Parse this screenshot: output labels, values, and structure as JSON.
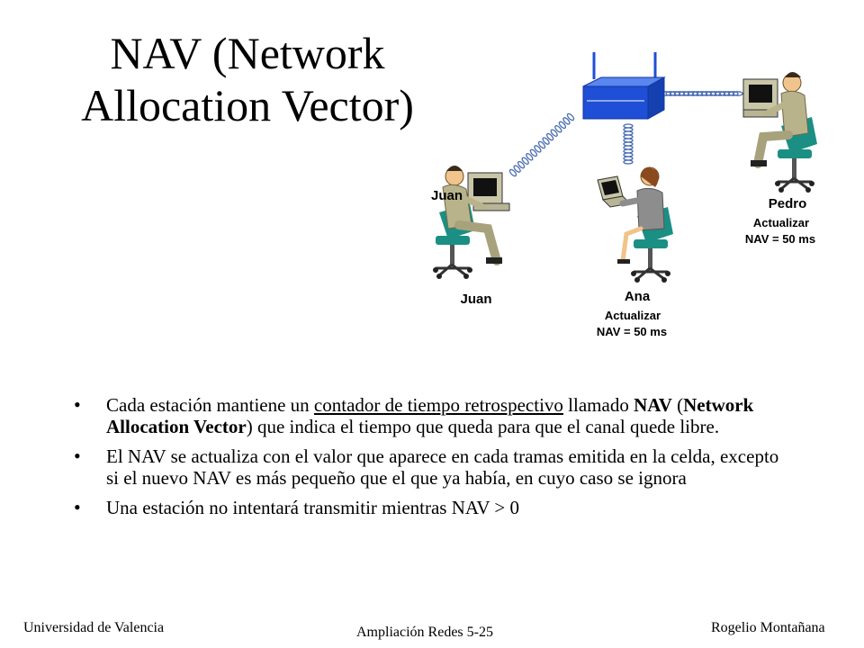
{
  "title": "NAV (Network Allocation Vector)",
  "stations": {
    "juan": {
      "name": "Juan",
      "hidden_label": "Juan"
    },
    "ana": {
      "name": "Ana",
      "line1": "Actualizar",
      "line2": "NAV = 50 ms"
    },
    "pedro": {
      "name": "Pedro",
      "line1": "Actualizar",
      "line2": "NAV = 50 ms"
    }
  },
  "bullets": {
    "b1": {
      "part1": "Cada estación mantiene un ",
      "underlined": "contador de tiempo retrospectivo",
      "part2": " llamado ",
      "bold1": "NAV",
      "part3": " (",
      "bold2": "Network Allocation Vector",
      "part4": ") que indica el tiempo que queda para que el canal quede libre."
    },
    "b2": "El NAV se actualiza con el valor que aparece en cada tramas emitida en la celda, excepto si el nuevo NAV es más pequeño que el que ya había, en cuyo caso se ignora",
    "b3": "Una estación no intentará transmitir mientras NAV > 0"
  },
  "footer": {
    "left": "Universidad de Valencia",
    "center": "Ampliación Redes 5-25",
    "right": "Rogelio Montañana"
  },
  "colors": {
    "access_point": "#1f4fd6",
    "chair": "#1b8f84",
    "suit": "#b9b38c",
    "skin": "#f0c48a",
    "monitor": "#c9c6a8",
    "signal": "#4a6db0"
  }
}
